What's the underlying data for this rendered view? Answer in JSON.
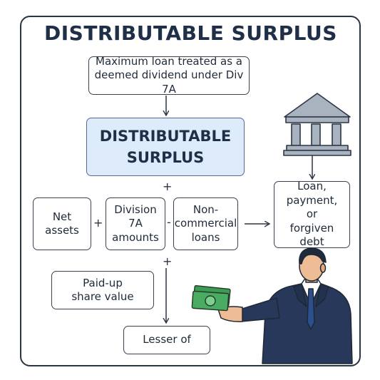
{
  "title": "DISTRIBUTABLE SURPLUS",
  "boxes": {
    "top": "Maximum loan treated as a deemed dividend under Div 7A",
    "main": "DISTRIBUTABLE SURPLUS",
    "net_assets": "Net assets",
    "division_7a": "Division 7A amounts",
    "non_commercial": "Non-commercial loans",
    "loan_payment": "Loan, payment, or forgiven debt",
    "paid_up": "Paid-up share value",
    "lesser_of": "Lesser of"
  },
  "operators": {
    "plus_below_main": "+",
    "plus_between_1": "+",
    "minus_between_2": "-",
    "plus_below_row": "+"
  },
  "icons": {
    "bank": "bank-building-icon",
    "money": "cash-bundle-icon",
    "person": "businessman-illustration"
  },
  "colors": {
    "main_box_fill": "#deebfb",
    "title": "#1f2f48",
    "suit": "#27385a",
    "money": "#3f9a55"
  }
}
